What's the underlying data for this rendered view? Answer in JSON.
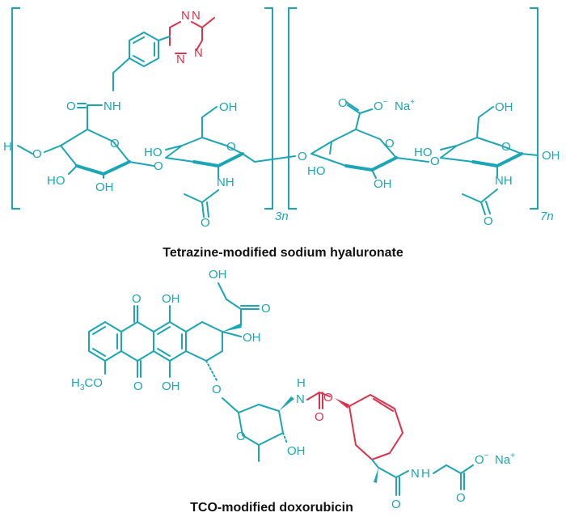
{
  "colors": {
    "teal": "#1aa6b7",
    "red": "#e0314b",
    "caption": "#111111"
  },
  "top": {
    "caption": "Tetrazine-modified sodium hyaluronate",
    "repeat_left": "3n",
    "repeat_right": "7n",
    "labels": {
      "h_end": "H",
      "nh_amide": "NH",
      "o_carbonyl": "O",
      "oh_ring1_a": "HO",
      "oh_ring1_b": "OH",
      "ho_ring2": "HO",
      "oh_ring2_top": "OH",
      "nh_ring2": "NH",
      "o_acetyl2": "O",
      "o_bridge": "O",
      "coo_o": "O",
      "coo_minus": "O",
      "na": "Na",
      "ho_ring3": "HO",
      "oh_ring3": "OH",
      "ho_ring4": "HO",
      "oh_ring4_top": "OH",
      "oh_ring4_end": "OH",
      "nh_ring4": "NH",
      "o_acetyl4": "O"
    }
  },
  "bottom": {
    "caption": "TCO-modified doxorubicin",
    "labels": {
      "oh_top": "OH",
      "o_ketone_top": "O",
      "o_quinone_top": "O",
      "oh_ring_c_top": "OH",
      "oh_tert": "OH",
      "o_quinone_bottom": "O",
      "oh_ring_c_bottom": "OH",
      "h3co": "H",
      "h3co_sub": "3",
      "h3co_rest": "CO",
      "o_glycoside": "O",
      "nh_carbamate": "H",
      "n_carbamate": "N",
      "o_carbamate": "O",
      "o_ester": "O",
      "o_ring_sugar": "O",
      "oh_sugar": "OH",
      "o_amide": "O",
      "nh_amide": "N",
      "h_amide": "H",
      "o_carboxyl": "O",
      "o_carboxylate": "O",
      "na": "Na"
    }
  }
}
